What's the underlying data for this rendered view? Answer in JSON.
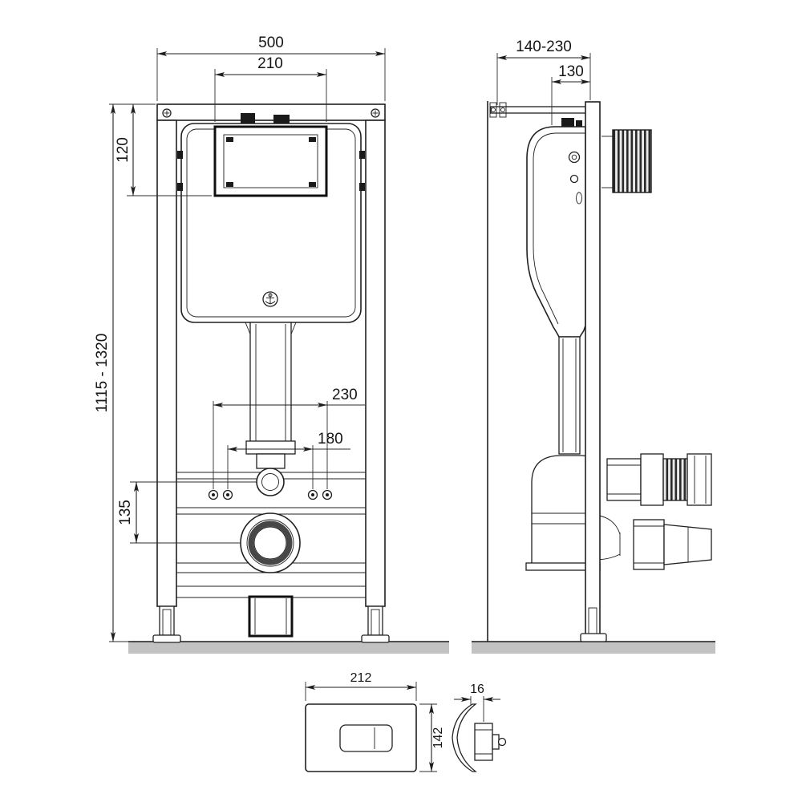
{
  "dims": {
    "front": {
      "width": "500",
      "service_opening": "210",
      "cistern_top_offset": "120",
      "height_range": "1115 - 1320",
      "fixing_outer": "230",
      "fixing_inner": "180",
      "outlet_offset": "135"
    },
    "side": {
      "wall_depth_range": "140-230",
      "frame_depth": "130"
    },
    "plate": {
      "width": "212",
      "height": "142",
      "thickness": "16"
    }
  }
}
